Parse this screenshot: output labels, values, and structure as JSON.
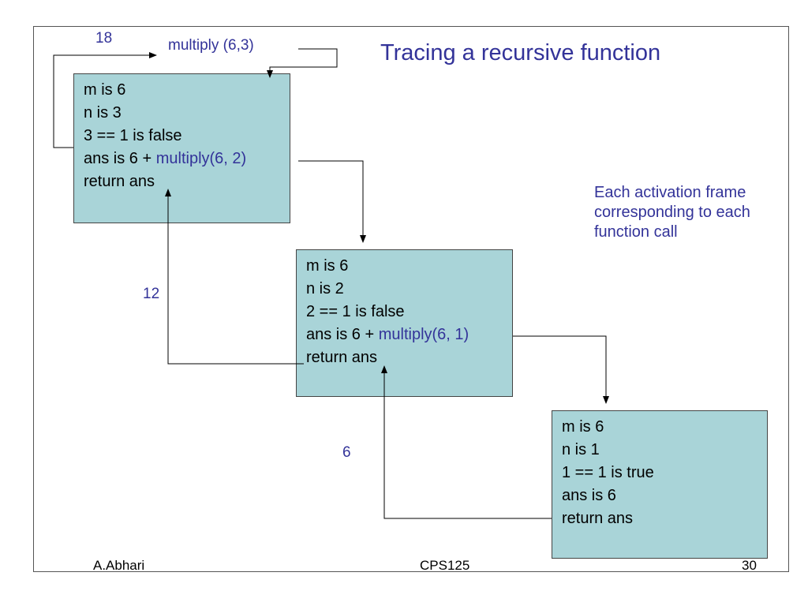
{
  "title": "Tracing a recursive function",
  "initial_call": "multiply (6,3)",
  "return_values": {
    "top": "18",
    "middle": "12",
    "bottom": "6"
  },
  "frames": [
    {
      "lines": [
        "m is 6",
        "n is 3",
        "3 == 1 is false"
      ],
      "ans_prefix": "ans is 6 + ",
      "ans_call": "multiply(6, 2)",
      "return_line": "return ans"
    },
    {
      "lines": [
        "m is 6",
        "n is 2",
        "2 == 1 is false"
      ],
      "ans_prefix": "ans is 6 + ",
      "ans_call": "multiply(6, 1)",
      "return_line": "return ans"
    },
    {
      "lines": [
        "m is 6",
        "n is 1",
        "1 == 1 is true"
      ],
      "ans_prefix": "ans is 6",
      "ans_call": "",
      "return_line": "return ans"
    }
  ],
  "note": "Each activation frame corresponding to each function call",
  "footer": {
    "author": "A.Abhari",
    "course": "CPS125",
    "page": "30"
  },
  "colors": {
    "accent": "#333399",
    "frame_fill": "#a9d4d8"
  }
}
